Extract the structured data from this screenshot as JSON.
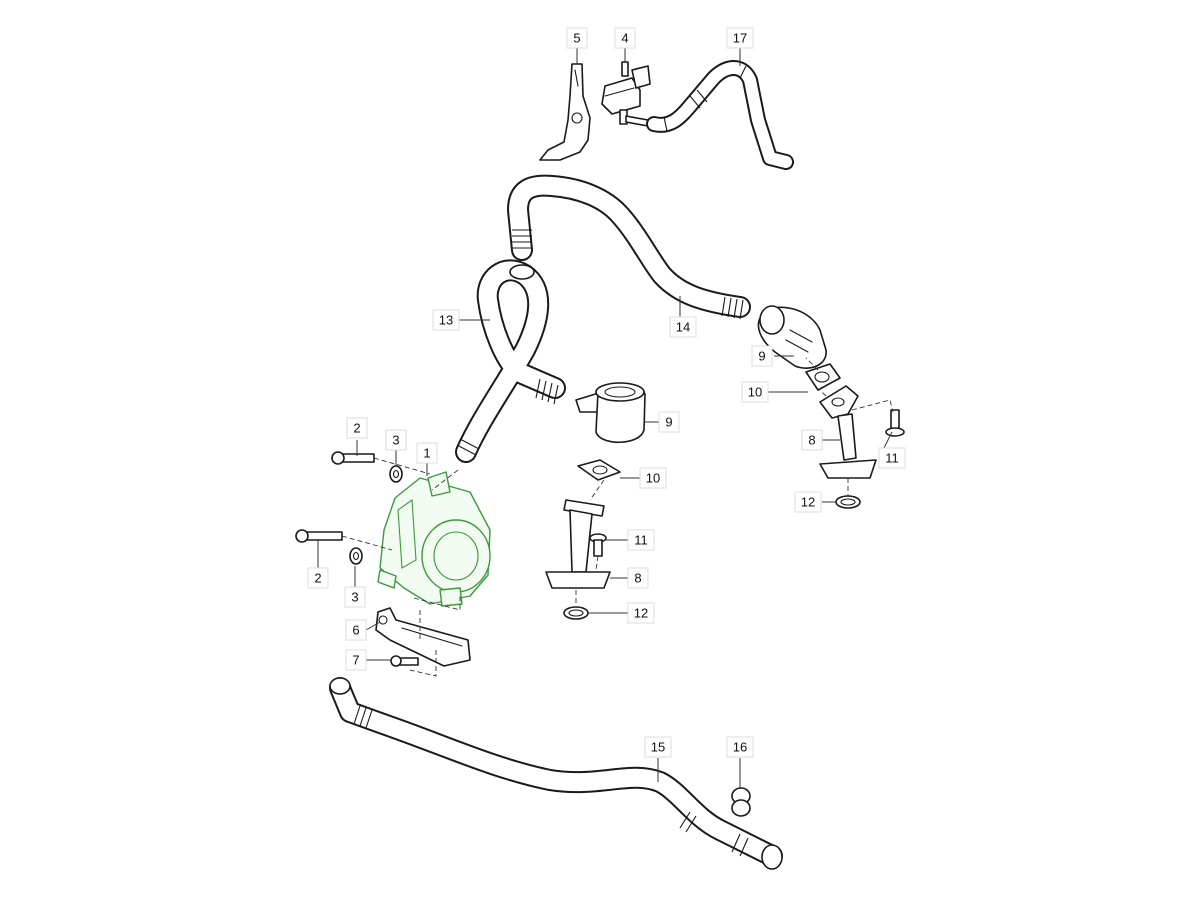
{
  "diagram": {
    "highlight_color": "#3c9a3c",
    "line_color": "#1a1a1a",
    "callouts": [
      {
        "id": "c1",
        "label": "1"
      },
      {
        "id": "c2a",
        "label": "2"
      },
      {
        "id": "c2b",
        "label": "2"
      },
      {
        "id": "c3a",
        "label": "3"
      },
      {
        "id": "c3b",
        "label": "3"
      },
      {
        "id": "c4",
        "label": "4"
      },
      {
        "id": "c5",
        "label": "5"
      },
      {
        "id": "c6",
        "label": "6"
      },
      {
        "id": "c7",
        "label": "7"
      },
      {
        "id": "c8a",
        "label": "8"
      },
      {
        "id": "c8b",
        "label": "8"
      },
      {
        "id": "c9a",
        "label": "9"
      },
      {
        "id": "c9b",
        "label": "9"
      },
      {
        "id": "c10a",
        "label": "10"
      },
      {
        "id": "c10b",
        "label": "10"
      },
      {
        "id": "c11a",
        "label": "11"
      },
      {
        "id": "c11b",
        "label": "11"
      },
      {
        "id": "c12a",
        "label": "12"
      },
      {
        "id": "c12b",
        "label": "12"
      },
      {
        "id": "c13",
        "label": "13"
      },
      {
        "id": "c14",
        "label": "14"
      },
      {
        "id": "c15",
        "label": "15"
      },
      {
        "id": "c16",
        "label": "16"
      },
      {
        "id": "c17",
        "label": "17"
      }
    ]
  }
}
